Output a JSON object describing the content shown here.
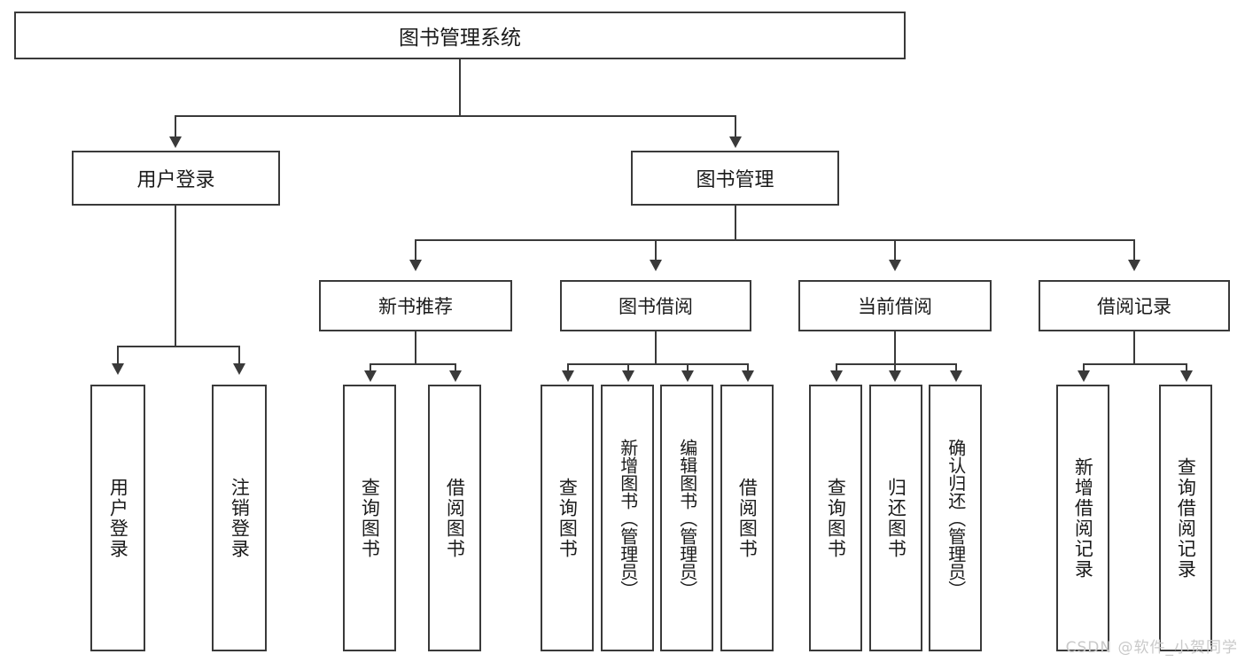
{
  "diagram": {
    "title": "图书管理系统",
    "type": "hierarchy-tree",
    "root": {
      "label": "图书管理系统"
    },
    "level2": [
      {
        "label": "用户登录"
      },
      {
        "label": "图书管理"
      }
    ],
    "level3": [
      {
        "label": "新书推荐"
      },
      {
        "label": "图书借阅"
      },
      {
        "label": "当前借阅"
      },
      {
        "label": "借阅记录"
      }
    ],
    "leaves": {
      "user_login": [
        {
          "label": "用户登录"
        },
        {
          "label": "注销登录"
        }
      ],
      "new_book_recommend": [
        {
          "label": "查询图书"
        },
        {
          "label": "借阅图书"
        }
      ],
      "book_borrow": [
        {
          "label": "查询图书"
        },
        {
          "label": "新增图书（管理员）"
        },
        {
          "label": "编辑图书（管理员）"
        },
        {
          "label": "借阅图书"
        }
      ],
      "current_borrow": [
        {
          "label": "查询图书"
        },
        {
          "label": "归还图书"
        },
        {
          "label": "确认归还（管理员）"
        }
      ],
      "borrow_record": [
        {
          "label": "新增借阅记录"
        },
        {
          "label": "查询借阅记录"
        }
      ]
    }
  },
  "watermark": {
    "text": "CSDN @软件_小贺同学"
  },
  "colors": {
    "stroke": "#3a3a3a",
    "fill": "#ffffff",
    "text": "#1a1a1a",
    "watermark": "#c9c9c9"
  }
}
